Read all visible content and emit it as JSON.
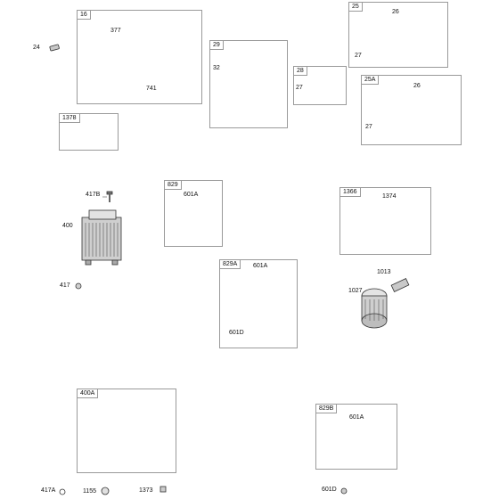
{
  "boxes": {
    "b16": "16",
    "b25": "25",
    "b29": "29",
    "b28": "28",
    "b25A": "25A",
    "b1378": "1378",
    "b829": "829",
    "b1366": "1366",
    "b829A": "829A",
    "b400A": "400A",
    "b829B": "829B"
  },
  "labels": {
    "l24": "24",
    "l377": "377",
    "l741": "741",
    "l26a": "26",
    "l27a": "27",
    "l32": "32",
    "l27b": "27",
    "l26b": "26",
    "l27c": "27",
    "l417B": "417B",
    "l400": "400",
    "l417": "417",
    "l601A_1": "601A",
    "l1374": "1374",
    "l601A_2": "601A",
    "l601D_1": "601D",
    "l1013": "1013",
    "l1027": "1027",
    "l601A_3": "601A",
    "l417A": "417A",
    "l1155": "1155",
    "l1373": "1373",
    "l601D_2": "601D"
  }
}
